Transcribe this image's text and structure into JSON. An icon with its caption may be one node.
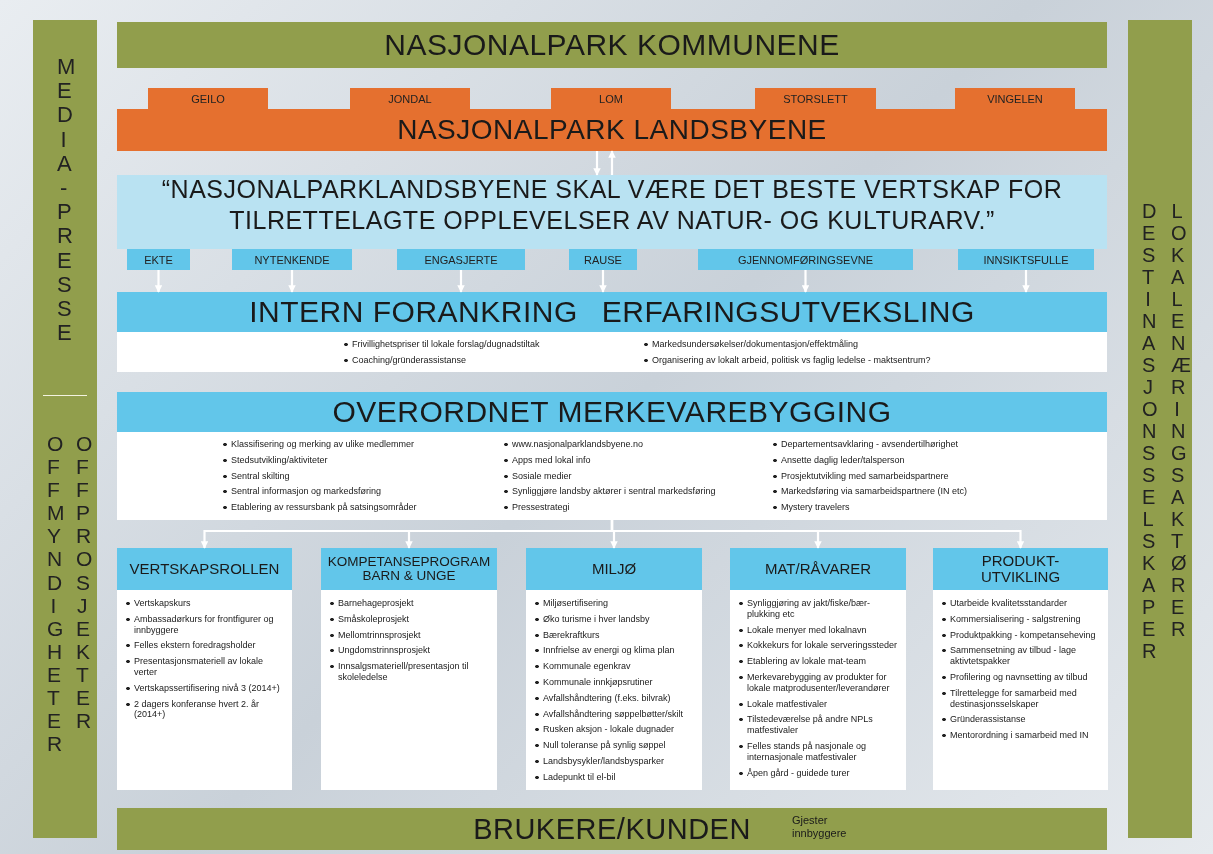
{
  "diagram": {
    "nodes": [
      {
        "text": [
          "MEDIA-PRESSE",
          "OFF MYNDIGHETER",
          "OFF PROSJEKTER"
        ]
      },
      {
        "text": [
          "DESTINASJONSSELSKAPER",
          "LOKALE NÆRINGSAKTØRER"
        ]
      },
      {
        "text": [
          "NASJONALPARK KOMMUNENE"
        ]
      },
      {
        "text": [
          "GEILO"
        ]
      },
      {
        "text": [
          "JONDAL"
        ]
      },
      {
        "text": [
          "LOM"
        ]
      },
      {
        "text": [
          "STORSLETT"
        ]
      },
      {
        "text": [
          "VINGELEN"
        ]
      },
      {
        "text": [
          "NASJONALPARK LANDSBYENE"
        ]
      },
      {
        "text": [
          "“NASJONALPARKLANDSBYENE SKAL VÆRE DET BESTE VERTSKAP FOR TILRETTELAGTE OPPLEVELSER AV NATUR- OG KULTURARV.”"
        ]
      },
      {
        "text": [
          "EKTE"
        ]
      },
      {
        "text": [
          "NYTENKENDE"
        ]
      },
      {
        "text": [
          "ENGASJERTE"
        ]
      },
      {
        "text": [
          "RAUSE"
        ]
      },
      {
        "text": [
          "GJENNOMFØRINGSEVNE"
        ]
      },
      {
        "text": [
          "INNSIKTSFULLE"
        ]
      },
      {
        "text": [
          "INTERN FORANKRING",
          "ERFARINGSUTVEKSLING",
          "Frivillighetspriser til lokale forslag/dugnadstiltak",
          "Coaching/gründerassistanse",
          "Markedsundersøkelser/dokumentasjon/effektmåling",
          "Organisering av lokalt arbeid, politisk vs faglig ledelse - maktsentrum?"
        ]
      },
      {
        "text": [
          "OVERORDNET MERKEVAREBYGGING",
          "Klassifisering og merking av ulike medlemmer",
          "Stedsutvikling/aktiviteter",
          "Sentral skilting",
          "Sentral informasjon og markedsføring",
          "Etablering av ressursbank på satsingsområder",
          "www.nasjonalparklandsbyene.no",
          "Apps med lokal info",
          "Sosiale medier",
          "Synliggjøre landsby aktører i sentral markedsføring",
          "Pressestrategi",
          "Departementsavklaring - avsendertilhørighet",
          "Ansette daglig leder/talsperson",
          "Prosjektutvikling med samarbeidspartnere",
          "Markedsføring via samarbeidspartnere (IN etc)",
          "Mystery travelers"
        ]
      },
      {
        "text": [
          "VERTSKAPSROLLEN",
          "Vertskapskurs",
          "Ambassadørkurs for frontfigurer og innbyggere",
          "Felles ekstern foredragsholder",
          "Presentasjonsmateriell av lokale verter",
          "Vertskapssertifisering nivå 3 (2014+)",
          "2 dagers konferanse hvert 2. år (2014+)"
        ]
      },
      {
        "text": [
          "KOMPETANSEPROGRAM BARN & UNGE",
          "Barnehageprosjekt",
          "Småskoleprosjekt",
          "Mellomtrinnsprosjekt",
          "Ungdomstrinnsprosjekt",
          "Innsalgsmateriell/presentasjon til skoleledelse"
        ]
      },
      {
        "text": [
          "MILJØ",
          "Miljøsertifisering",
          "Øko turisme i hver landsby",
          "Bærekraftkurs",
          "Innfrielse av energi og klima plan",
          "Kommunale egenkrav",
          "Kommunale innkjøpsrutiner",
          "Avfallshåndtering (f.eks. bilvrak)",
          "Avfallshåndtering søppelbøtter/skilt",
          "Rusken aksjon - lokale dugnader",
          "Null toleranse på synlig søppel",
          "Landsbysykler/landsbysparker",
          "Ladepunkt til el-bil"
        ]
      },
      {
        "text": [
          "MAT/RÅVARER",
          "Synliggjøring av jakt/fiske/bær-plukking etc",
          "Lokale menyer med lokalnavn",
          "Kokkekurs for lokale serveringssteder",
          "Etablering av lokale mat-team",
          "Merkevarebygging av produkter for lokale matprodusenter/leverandører",
          "Lokale matfestivaler",
          "Tilstedeværelse på andre NPLs matfestivaler",
          "Felles stands på nasjonale og internasjonale matfestivaler",
          "Åpen gård - guidede turer"
        ]
      },
      {
        "text": [
          "PRODUKT-UTVIKLING",
          "Utarbeide kvalitetsstandarder",
          "Kommersialisering - salgstrening",
          "Produktpakking - kompetanseheving",
          "Sammensetning av tilbud - lage aktivtetspakker",
          "Profilering og navnsetting av tilbud",
          "Tilrettelegge for samarbeid med destinasjonsselskaper",
          "Gründerassistanse",
          "Mentorordning i samarbeid med IN"
        ]
      },
      {
        "text": [
          "BRUKERE/KUNDEN",
          "Gjester innbyggere"
        ]
      }
    ],
    "edges": [
      {
        "from": 8,
        "to": 9,
        "arrow": "to"
      },
      {
        "from": 9,
        "to": 8,
        "arrow": "to"
      },
      {
        "from": 10,
        "to": 16,
        "arrow": "to"
      },
      {
        "from": 11,
        "to": 16,
        "arrow": "to"
      },
      {
        "from": 12,
        "to": 16,
        "arrow": "to"
      },
      {
        "from": 13,
        "to": 16,
        "arrow": "to"
      },
      {
        "from": 14,
        "to": 16,
        "arrow": "to"
      },
      {
        "from": 15,
        "to": 16,
        "arrow": "to"
      },
      {
        "from": 17,
        "to": 18,
        "arrow": "to"
      },
      {
        "from": 17,
        "to": 19,
        "arrow": "to"
      },
      {
        "from": 17,
        "to": 20,
        "arrow": "to"
      },
      {
        "from": 17,
        "to": 21,
        "arrow": "to"
      },
      {
        "from": 17,
        "to": 22,
        "arrow": "to"
      }
    ]
  }
}
